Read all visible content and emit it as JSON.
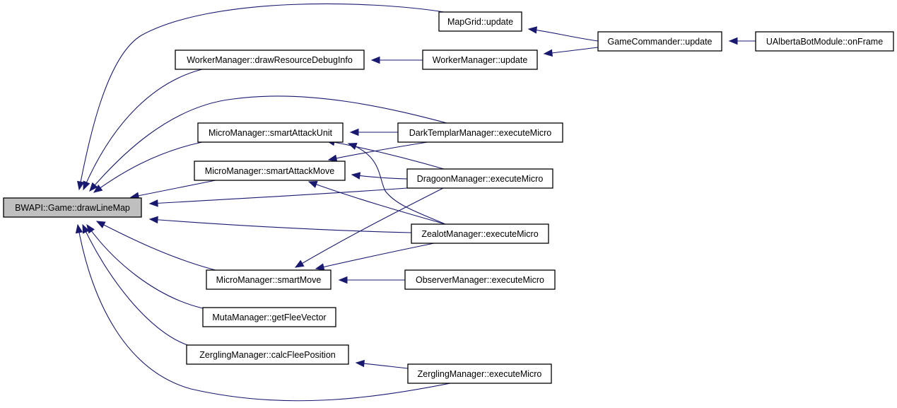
{
  "diagram": {
    "type": "call-graph",
    "direction": "right-to-left",
    "colors": {
      "edge": "#191970",
      "root_fill": "#bfbfbf",
      "node_fill": "#ffffff",
      "border": "#000000"
    },
    "nodes": [
      {
        "id": "drawLineMap",
        "label": "BWAPI::Game::drawLineMap",
        "root": true
      },
      {
        "id": "mapGridUpdate",
        "label": "MapGrid::update"
      },
      {
        "id": "gameCommanderUpdate",
        "label": "GameCommander::update"
      },
      {
        "id": "onFrame",
        "label": "UAlbertaBotModule::onFrame"
      },
      {
        "id": "drawResourceDebugInfo",
        "label": "WorkerManager::drawResourceDebugInfo"
      },
      {
        "id": "workerManagerUpdate",
        "label": "WorkerManager::update"
      },
      {
        "id": "smartAttackUnit",
        "label": "MicroManager::smartAttackUnit"
      },
      {
        "id": "darkTemplarExecuteMicro",
        "label": "DarkTemplarManager::executeMicro"
      },
      {
        "id": "smartAttackMove",
        "label": "MicroManager::smartAttackMove"
      },
      {
        "id": "dragoonExecuteMicro",
        "label": "DragoonManager::executeMicro"
      },
      {
        "id": "zealotExecuteMicro",
        "label": "ZealotManager::executeMicro"
      },
      {
        "id": "smartMove",
        "label": "MicroManager::smartMove"
      },
      {
        "id": "observerExecuteMicro",
        "label": "ObserverManager::executeMicro"
      },
      {
        "id": "mutaGetFleeVector",
        "label": "MutaManager::getFleeVector"
      },
      {
        "id": "calcFleePosition",
        "label": "ZerglingManager::calcFleePosition"
      },
      {
        "id": "zerglingExecuteMicro",
        "label": "ZerglingManager::executeMicro"
      }
    ],
    "edges": [
      {
        "from": "mapGridUpdate",
        "to": "drawLineMap"
      },
      {
        "from": "drawResourceDebugInfo",
        "to": "drawLineMap"
      },
      {
        "from": "darkTemplarExecuteMicro",
        "to": "drawLineMap"
      },
      {
        "from": "smartAttackUnit",
        "to": "drawLineMap"
      },
      {
        "from": "smartAttackMove",
        "to": "drawLineMap"
      },
      {
        "from": "dragoonExecuteMicro",
        "to": "drawLineMap"
      },
      {
        "from": "zealotExecuteMicro",
        "to": "drawLineMap"
      },
      {
        "from": "smartMove",
        "to": "drawLineMap"
      },
      {
        "from": "mutaGetFleeVector",
        "to": "drawLineMap"
      },
      {
        "from": "calcFleePosition",
        "to": "drawLineMap"
      },
      {
        "from": "zerglingExecuteMicro",
        "to": "drawLineMap"
      },
      {
        "from": "gameCommanderUpdate",
        "to": "mapGridUpdate"
      },
      {
        "from": "gameCommanderUpdate",
        "to": "workerManagerUpdate"
      },
      {
        "from": "onFrame",
        "to": "gameCommanderUpdate"
      },
      {
        "from": "workerManagerUpdate",
        "to": "drawResourceDebugInfo"
      },
      {
        "from": "darkTemplarExecuteMicro",
        "to": "smartAttackUnit"
      },
      {
        "from": "dragoonExecuteMicro",
        "to": "smartAttackUnit"
      },
      {
        "from": "zealotExecuteMicro",
        "to": "smartAttackUnit"
      },
      {
        "from": "darkTemplarExecuteMicro",
        "to": "smartAttackMove"
      },
      {
        "from": "dragoonExecuteMicro",
        "to": "smartAttackMove"
      },
      {
        "from": "zealotExecuteMicro",
        "to": "smartAttackMove"
      },
      {
        "from": "dragoonExecuteMicro",
        "to": "smartMove"
      },
      {
        "from": "zealotExecuteMicro",
        "to": "smartMove"
      },
      {
        "from": "observerExecuteMicro",
        "to": "smartMove"
      },
      {
        "from": "zerglingExecuteMicro",
        "to": "calcFleePosition"
      }
    ]
  }
}
